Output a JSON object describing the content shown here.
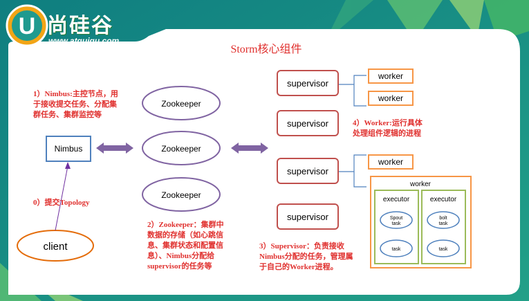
{
  "header": {
    "logo_letter": "U",
    "logo_name": "尚硅谷",
    "logo_url": "www.atguigu.com"
  },
  "title": "Storm核心组件",
  "nodes": {
    "zookeepers": [
      "Zookeeper",
      "Zookeeper",
      "Zookeeper"
    ],
    "nimbus": "Nimbus",
    "client": "client",
    "supervisors": [
      "supervisor",
      "supervisor",
      "supervisor",
      "supervisor"
    ],
    "workers_top": [
      "worker",
      "worker"
    ],
    "worker_single": "worker",
    "worker_group": {
      "label": "worker",
      "executors": [
        {
          "label": "executor",
          "tasks": [
            "Spout task",
            "task"
          ]
        },
        {
          "label": "executor",
          "tasks": [
            "bolt task",
            "task"
          ]
        }
      ]
    }
  },
  "notes": {
    "nimbus": [
      "1）Nimbus:主控节点，用",
      "于接收提交任务、分配集",
      "群任务、集群监控等"
    ],
    "topology": "0）提交Topology",
    "zookeeper": [
      "2）Zookeeper：集群中",
      "数据的存储（如心跳信",
      "息、集群状态和配置信",
      "息）、Nimbus分配给",
      "supervisor的任务等"
    ],
    "supervisor": [
      "3）Supervisor：负责接收",
      "Nimbus分配的任务，管理属",
      "于自己的Worker进程。"
    ],
    "worker": [
      "4）Worker:运行具体",
      "处理组件逻辑的进程"
    ]
  },
  "colors": {
    "teal": "#1f9a8f",
    "green": "#4f9a2f",
    "red": "#e0312f",
    "supervisor_border": "#c0504d",
    "worker_border": "#f79646",
    "zk_border": "#8064a2",
    "client_border": "#e46c0a",
    "nimbus_border": "#4f81bd"
  }
}
